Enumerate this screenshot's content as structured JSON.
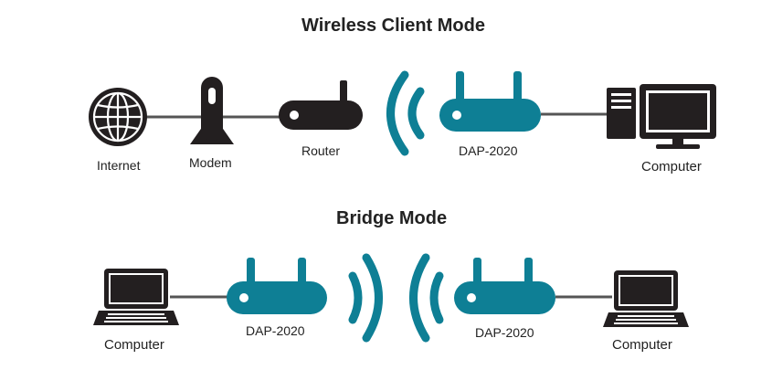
{
  "titles": {
    "wireless_client_mode": "Wireless Client Mode",
    "bridge_mode": "Bridge Mode"
  },
  "wireless_client": {
    "internet": "Internet",
    "modem": "Modem",
    "router": "Router",
    "access_point": "DAP-2020",
    "computer": "Computer"
  },
  "bridge": {
    "left_computer": "Computer",
    "left_access_point": "DAP-2020",
    "right_access_point": "DAP-2020",
    "right_computer": "Computer"
  },
  "colors": {
    "teal": "#0e7f95",
    "dark": "#231f20",
    "line": "#555555"
  },
  "icons": [
    "globe-icon",
    "modem-icon",
    "router-icon",
    "wireless-signal-icon",
    "access-point-icon",
    "desktop-computer-icon",
    "laptop-icon"
  ]
}
